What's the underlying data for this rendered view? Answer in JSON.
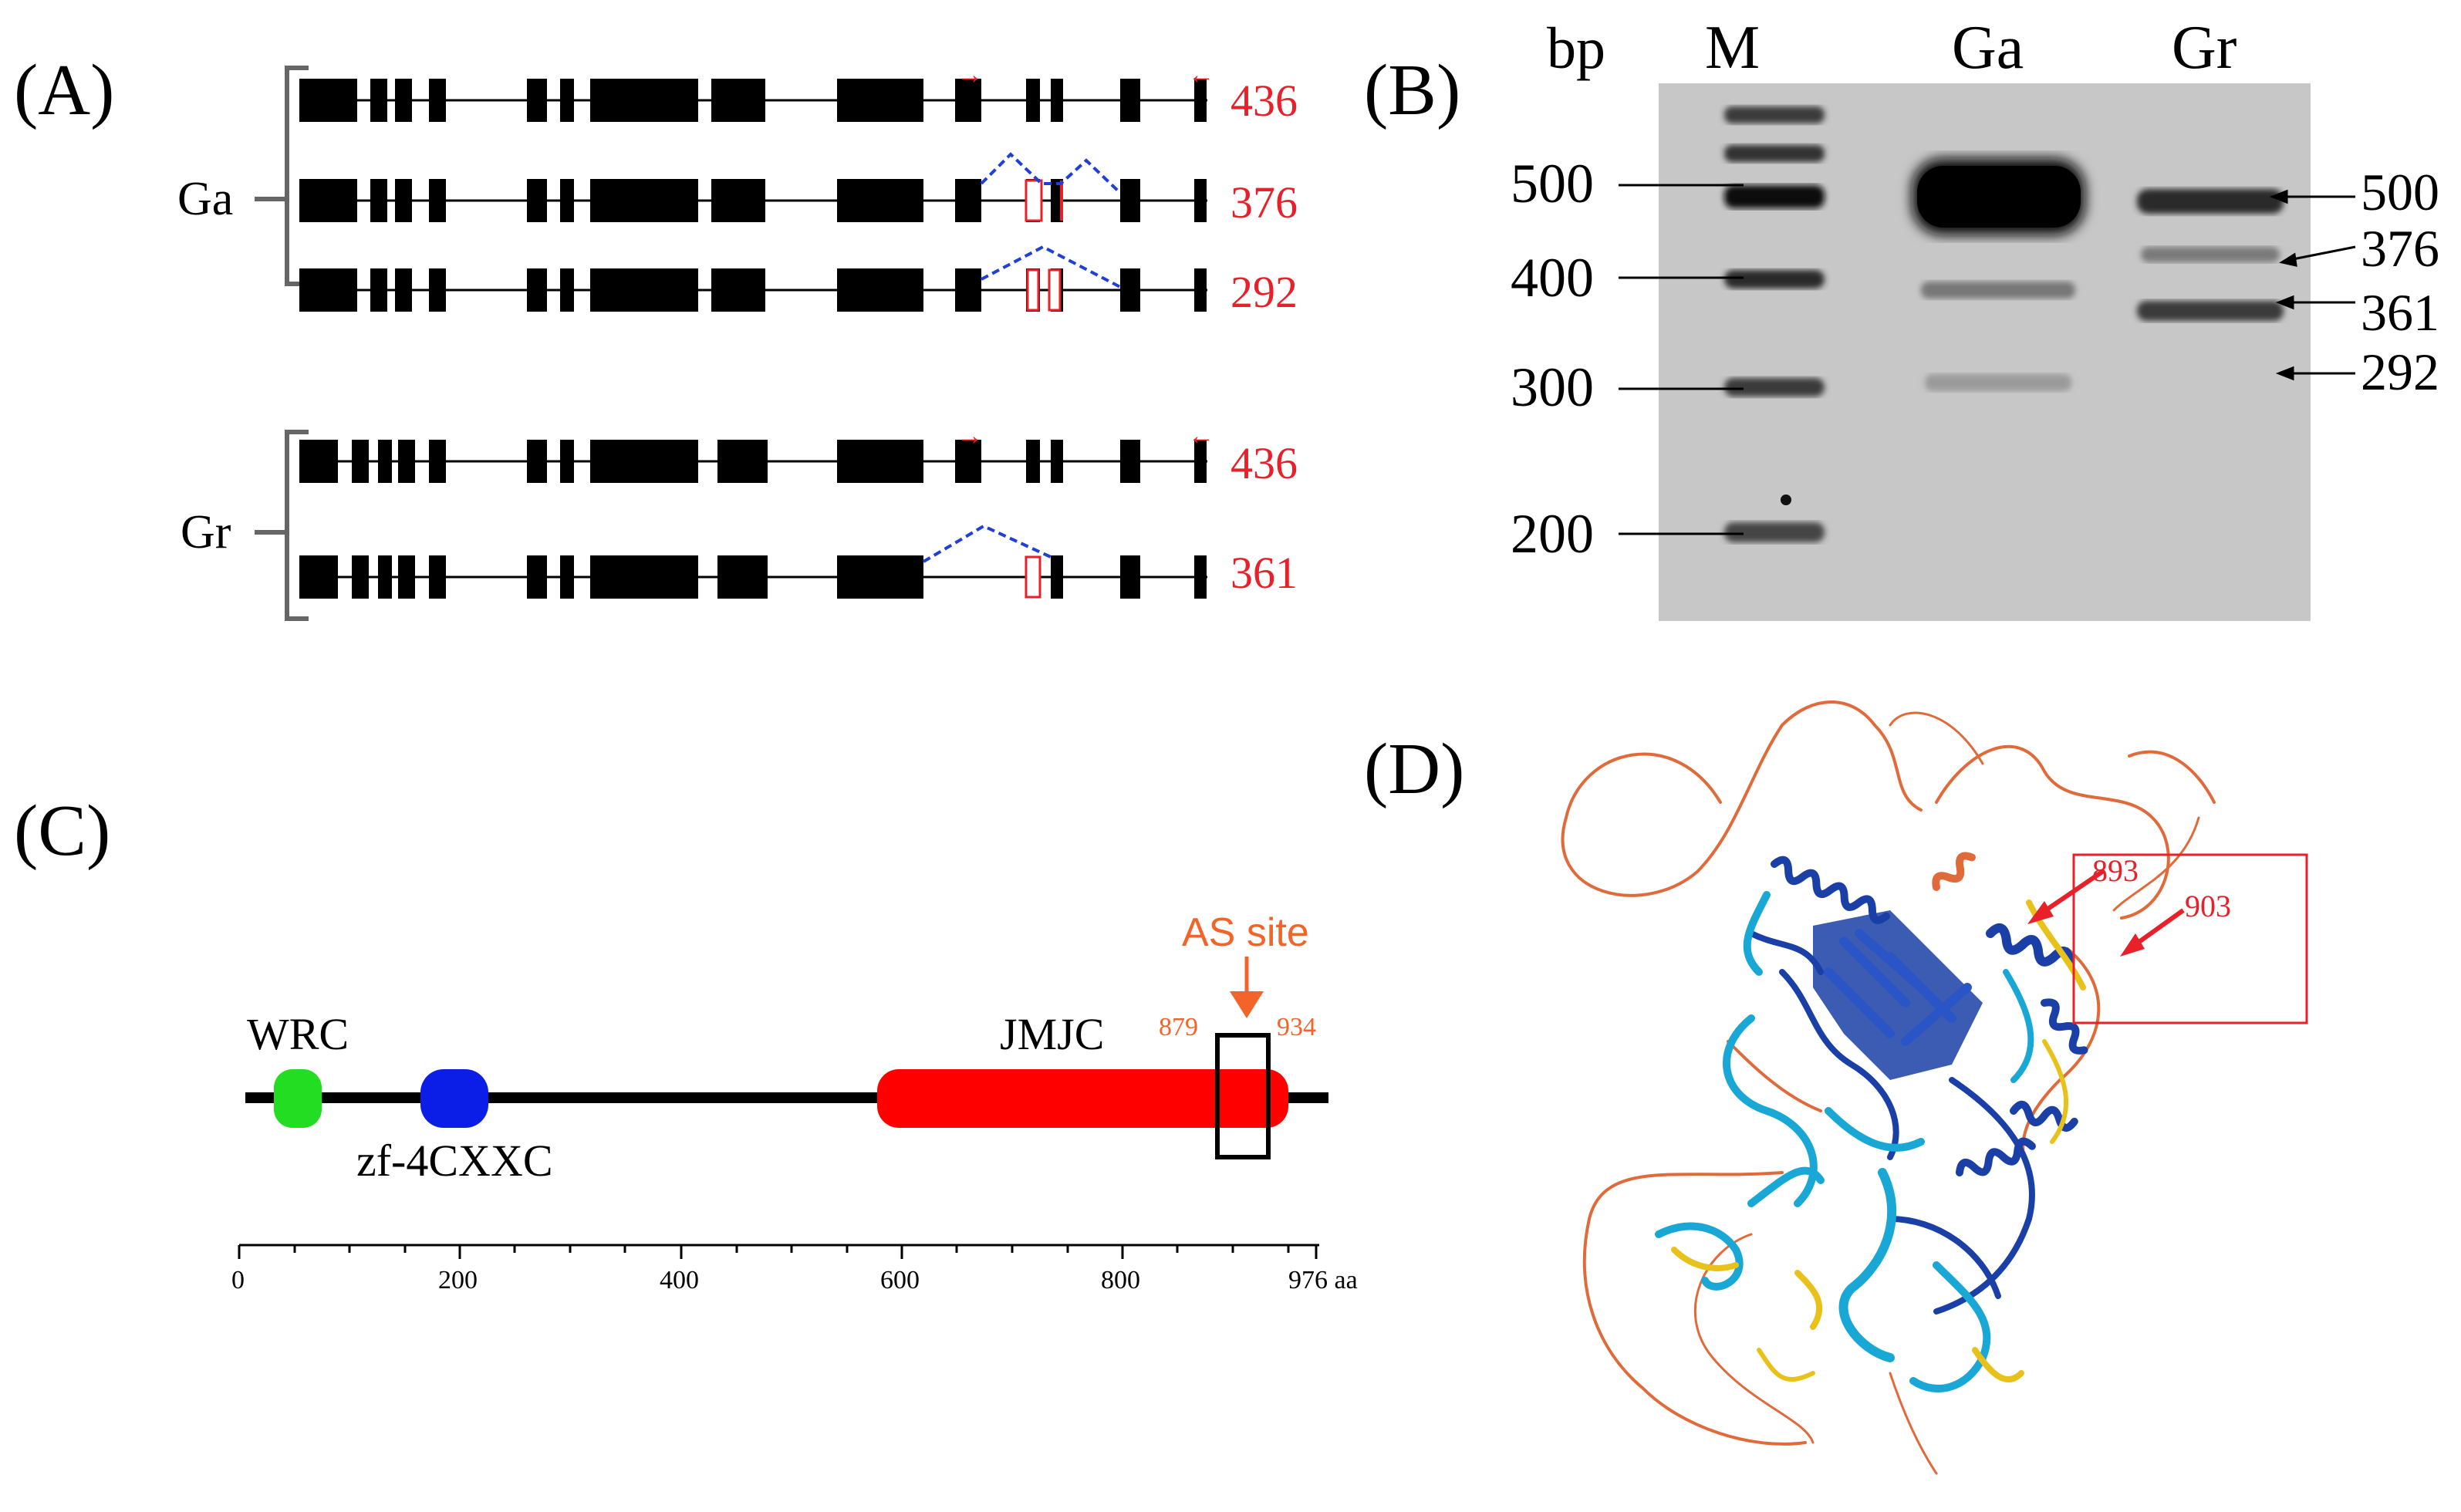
{
  "panels": {
    "a": {
      "label": "(A)",
      "groups": [
        {
          "name": "Ga",
          "isoforms": [
            {
              "size": "436"
            },
            {
              "size": "376"
            },
            {
              "size": "292"
            }
          ]
        },
        {
          "name": "Gr",
          "isoforms": [
            {
              "size": "436"
            },
            {
              "size": "361"
            }
          ]
        }
      ]
    },
    "b": {
      "label": "(B)",
      "unit": "bp",
      "lanes": [
        "M",
        "Ga",
        "Gr"
      ],
      "ladder": [
        "500",
        "400",
        "300",
        "200"
      ],
      "bands": [
        "500",
        "376",
        "361",
        "292"
      ]
    },
    "c": {
      "label": "(C)",
      "as_site": "AS site",
      "site_start": "879",
      "site_end": "934",
      "domains": {
        "wrc": "WRC",
        "zf": "zf-4CXXC",
        "jmjc": "JMJC"
      },
      "axis_ticks": [
        "0",
        "200",
        "400",
        "600",
        "800",
        "976 aa"
      ]
    },
    "d": {
      "label": "(D)",
      "residues": [
        "893",
        "903"
      ]
    }
  },
  "colors": {
    "exon": "#000000",
    "size_label": "#e8202a",
    "splice_line": "#1f3fd6",
    "wrc": "#22dd22",
    "zf": "#0a1ee8",
    "jmjc": "#ff0000",
    "as_site": "#f2642a",
    "structure_dark": "#1a3fa6",
    "structure_light": "#19a8d6",
    "structure_yellow": "#e8c21a",
    "structure_orange": "#e06a3a"
  },
  "icons": [
    "primer-forward-arrow-icon",
    "primer-reverse-arrow-icon",
    "down-arrow-icon",
    "red-arrow-icon"
  ]
}
